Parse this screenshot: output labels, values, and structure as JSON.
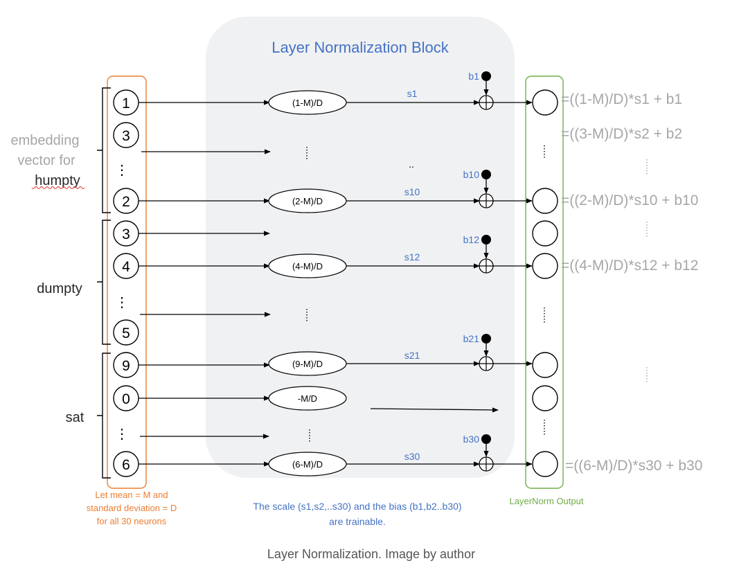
{
  "block_title": "Layer Normalization Block",
  "groups": [
    {
      "label_lines": [
        "embedding",
        "vector for"
      ],
      "word": "humpty"
    },
    {
      "word": "dumpty"
    },
    {
      "word": "sat"
    }
  ],
  "inputs": [
    "1",
    "3",
    "⋮",
    "2",
    "3",
    "4",
    "⋮",
    "5",
    "9",
    "0",
    "⋮",
    "6"
  ],
  "norm_nodes": [
    "(1-M)/D",
    "(2-M)/D",
    "(4-M)/D",
    "(9-M)/D",
    "-M/D",
    "(6-M)/D"
  ],
  "scales": [
    "s1",
    "s10",
    "s12",
    "s21",
    "s30"
  ],
  "biases": [
    "b1",
    "b10",
    "b12",
    "b21",
    "b30"
  ],
  "formulas": [
    "=((1-M)/D)*s1 + b1",
    "=((3-M)/D)*s2 + b2",
    "=((2-M)/D)*s10 + b10",
    "=((4-M)/D)*s12 + b12",
    "=((6-M)/D)*s30 + b30"
  ],
  "input_note": [
    "Let mean = M and",
    "standard deviation = D",
    "for all 30 neurons"
  ],
  "block_note": [
    "The scale (s1,s2,..s30) and the bias (b1,b2..b30)",
    "are trainable."
  ],
  "output_label": "LayerNorm Output",
  "caption": "Layer Normalization. Image by author",
  "colors": {
    "accent_blue": "#4472c4",
    "orange": "#ed7d31",
    "green": "#70ad47",
    "gray_text": "#a6a6a6",
    "block_bg": "#f0f1f3"
  }
}
